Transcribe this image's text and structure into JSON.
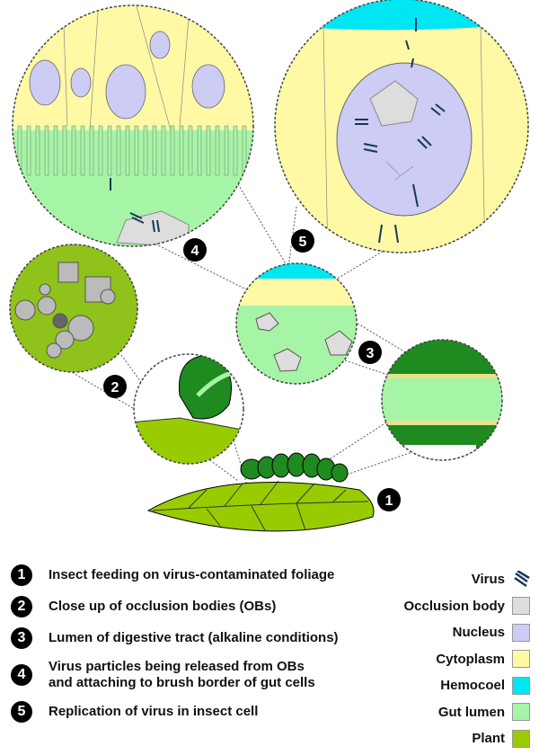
{
  "markers": [
    "1",
    "2",
    "3",
    "4",
    "5"
  ],
  "steps": [
    {
      "num": "1",
      "text": "Insect feeding on virus-contaminated foliage"
    },
    {
      "num": "2",
      "text": "Close up of occlusion bodies (OBs)"
    },
    {
      "num": "3",
      "text": "Lumen of digestive tract (alkaline conditions)"
    },
    {
      "num": "4",
      "text": "Virus particles being released from OBs and attaching to brush border of gut cells"
    },
    {
      "num": "5",
      "text": "Replication of virus in insect cell"
    }
  ],
  "legend": [
    {
      "label": "Virus",
      "color": "#17375e",
      "icon": "virus-icon"
    },
    {
      "label": "Occlusion body",
      "color": "#dddddd"
    },
    {
      "label": "Nucleus",
      "color": "#ccccf5"
    },
    {
      "label": "Cytoplasm",
      "color": "#fff9a6"
    },
    {
      "label": "Hemocoel",
      "color": "#00e6f2"
    },
    {
      "label": "Gut lumen",
      "color": "#a6f5a6"
    },
    {
      "label": "Plant",
      "color": "#99cc00"
    }
  ]
}
